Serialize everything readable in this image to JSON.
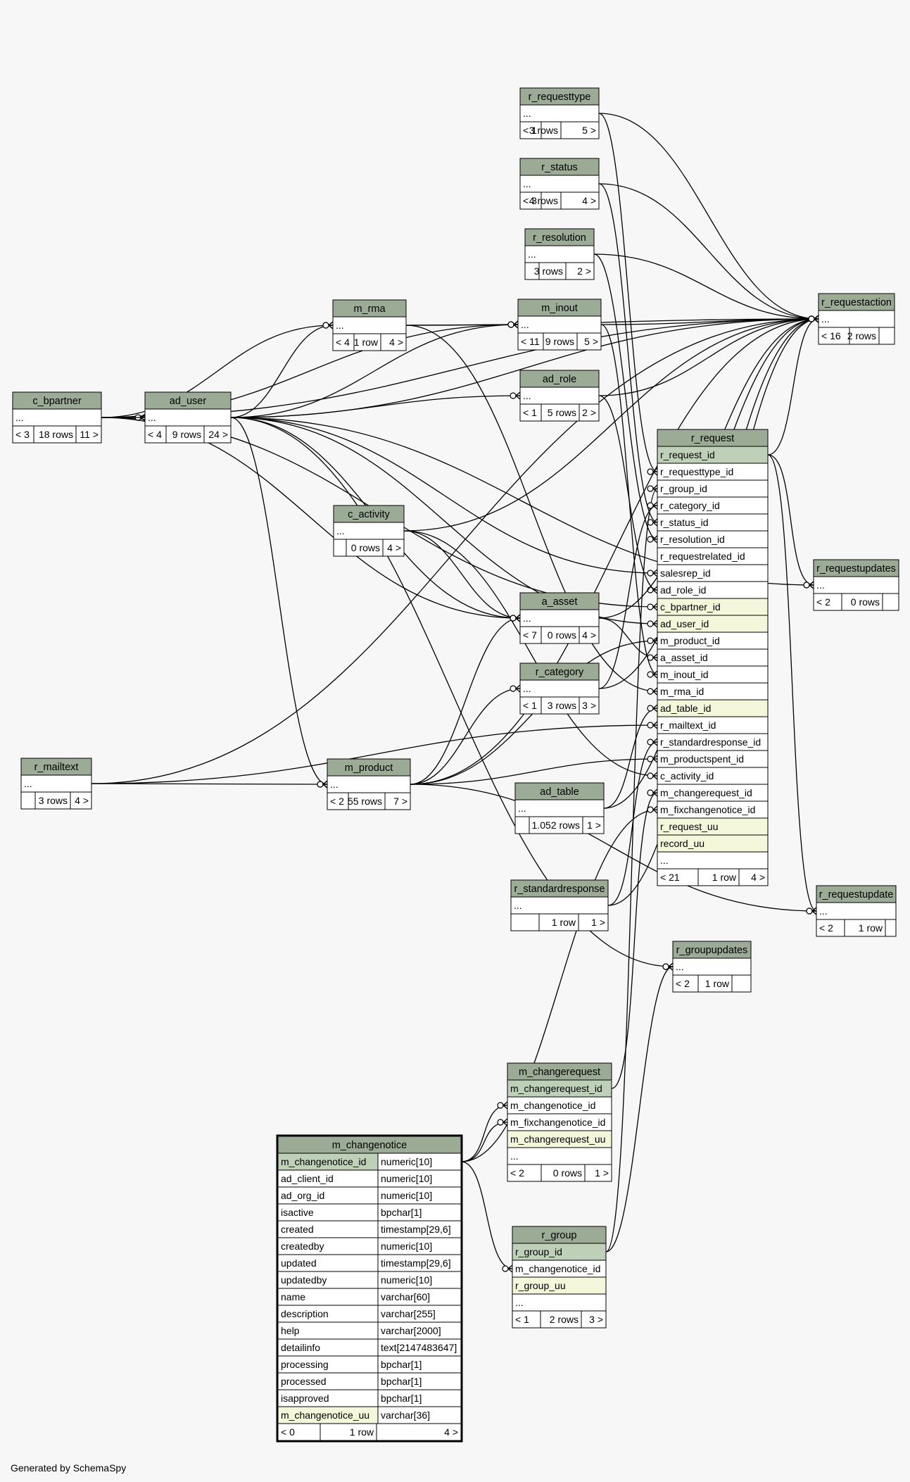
{
  "footer": "Generated by SchemaSpy",
  "tables": [
    {
      "name": "r_requesttype",
      "rows": [
        [
          "..."
        ]
      ],
      "footer": [
        "< 1",
        "3 rows",
        "5 >"
      ]
    },
    {
      "name": "r_status",
      "rows": [
        [
          "..."
        ]
      ],
      "footer": [
        "< 3",
        "4 rows",
        "4 >"
      ]
    },
    {
      "name": "r_resolution",
      "rows": [
        [
          "..."
        ]
      ],
      "footer": [
        "",
        "3 rows",
        "2 >"
      ]
    },
    {
      "name": "r_requestaction",
      "rows": [
        [
          "..."
        ]
      ],
      "footer": [
        "< 16",
        "2 rows",
        ""
      ]
    },
    {
      "name": "m_rma",
      "rows": [
        [
          "..."
        ]
      ],
      "footer": [
        "< 4",
        "1 row",
        "4 >"
      ]
    },
    {
      "name": "m_inout",
      "rows": [
        [
          "..."
        ]
      ],
      "footer": [
        "< 11",
        "9 rows",
        "5 >"
      ]
    },
    {
      "name": "c_bpartner",
      "rows": [
        [
          "..."
        ]
      ],
      "footer": [
        "< 3",
        "18 rows",
        "11 >"
      ]
    },
    {
      "name": "ad_user",
      "rows": [
        [
          "..."
        ]
      ],
      "footer": [
        "< 4",
        "9 rows",
        "24 >"
      ]
    },
    {
      "name": "ad_role",
      "rows": [
        [
          "..."
        ]
      ],
      "footer": [
        "< 1",
        "5 rows",
        "2 >"
      ]
    },
    {
      "name": "r_request",
      "rows": [
        [
          "r_request_id",
          "pk"
        ],
        [
          "r_requesttype_id"
        ],
        [
          "r_group_id"
        ],
        [
          "r_category_id"
        ],
        [
          "r_status_id"
        ],
        [
          "r_resolution_id"
        ],
        [
          "r_requestrelated_id"
        ],
        [
          "salesrep_id"
        ],
        [
          "ad_role_id"
        ],
        [
          "c_bpartner_id",
          "uq"
        ],
        [
          "ad_user_id",
          "uq"
        ],
        [
          "m_product_id"
        ],
        [
          "a_asset_id"
        ],
        [
          "m_inout_id"
        ],
        [
          "m_rma_id"
        ],
        [
          "ad_table_id",
          "uq"
        ],
        [
          "r_mailtext_id"
        ],
        [
          "r_standardresponse_id"
        ],
        [
          "m_productspent_id"
        ],
        [
          "c_activity_id"
        ],
        [
          "m_changerequest_id"
        ],
        [
          "m_fixchangenotice_id"
        ],
        [
          "r_request_uu",
          "uq"
        ],
        [
          "record_uu",
          "uq"
        ],
        [
          "..."
        ]
      ],
      "footer": [
        "< 21",
        "1 row",
        "4 >"
      ]
    },
    {
      "name": "c_activity",
      "rows": [
        [
          "..."
        ]
      ],
      "footer": [
        "",
        "0 rows",
        "4 >"
      ]
    },
    {
      "name": "r_requestupdates",
      "rows": [
        [
          "..."
        ]
      ],
      "footer": [
        "< 2",
        "0 rows",
        ""
      ]
    },
    {
      "name": "a_asset",
      "rows": [
        [
          "..."
        ]
      ],
      "footer": [
        "< 7",
        "0 rows",
        "4 >"
      ]
    },
    {
      "name": "r_category",
      "rows": [
        [
          "..."
        ]
      ],
      "footer": [
        "< 1",
        "3 rows",
        "3 >"
      ]
    },
    {
      "name": "r_mailtext",
      "rows": [
        [
          "..."
        ]
      ],
      "footer": [
        "",
        "3 rows",
        "4 >"
      ]
    },
    {
      "name": "m_product",
      "rows": [
        [
          "..."
        ]
      ],
      "footer": [
        "< 2",
        "55 rows",
        "7 >"
      ]
    },
    {
      "name": "ad_table",
      "rows": [
        [
          "..."
        ]
      ],
      "footer": [
        "",
        "1.052 rows",
        "1 >"
      ]
    },
    {
      "name": "r_standardresponse",
      "rows": [
        [
          "..."
        ]
      ],
      "footer": [
        "",
        "1 row",
        "1 >"
      ]
    },
    {
      "name": "r_requestupdate",
      "rows": [
        [
          "..."
        ]
      ],
      "footer": [
        "< 2",
        "1 row",
        ""
      ]
    },
    {
      "name": "r_groupupdates",
      "rows": [
        [
          "..."
        ]
      ],
      "footer": [
        "< 2",
        "1 row",
        ""
      ]
    },
    {
      "name": "m_changerequest",
      "rows": [
        [
          "m_changerequest_id",
          "pk"
        ],
        [
          "m_changenotice_id"
        ],
        [
          "m_fixchangenotice_id"
        ],
        [
          "m_changerequest_uu",
          "uq"
        ],
        [
          "..."
        ]
      ],
      "footer": [
        "< 2",
        "0 rows",
        "1 >"
      ]
    },
    {
      "name": "m_changenotice",
      "rows": [
        [
          "m_changenotice_id",
          "pk",
          "numeric[10]"
        ],
        [
          "ad_client_id",
          "",
          "numeric[10]"
        ],
        [
          "ad_org_id",
          "",
          "numeric[10]"
        ],
        [
          "isactive",
          "",
          "bpchar[1]"
        ],
        [
          "created",
          "",
          "timestamp[29,6]"
        ],
        [
          "createdby",
          "",
          "numeric[10]"
        ],
        [
          "updated",
          "",
          "timestamp[29,6]"
        ],
        [
          "updatedby",
          "",
          "numeric[10]"
        ],
        [
          "name",
          "",
          "varchar[60]"
        ],
        [
          "description",
          "",
          "varchar[255]"
        ],
        [
          "help",
          "",
          "varchar[2000]"
        ],
        [
          "detailinfo",
          "",
          "text[2147483647]"
        ],
        [
          "processing",
          "",
          "bpchar[1]"
        ],
        [
          "processed",
          "",
          "bpchar[1]"
        ],
        [
          "isapproved",
          "",
          "bpchar[1]"
        ],
        [
          "m_changenotice_uu",
          "uq",
          "varchar[36]"
        ]
      ],
      "footer": [
        "< 0",
        "1 row",
        "4 >"
      ]
    },
    {
      "name": "r_group",
      "rows": [
        [
          "r_group_id",
          "pk"
        ],
        [
          "m_changenotice_id"
        ],
        [
          "r_group_uu",
          "uq"
        ],
        [
          "..."
        ]
      ],
      "footer": [
        "< 1",
        "2 rows",
        "3 >"
      ]
    }
  ]
}
